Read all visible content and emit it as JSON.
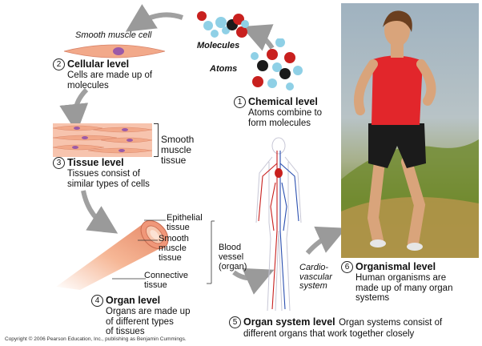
{
  "chemical": {
    "number": "1",
    "title": "Chemical level",
    "desc": [
      "Atoms combine to",
      "form molecules"
    ],
    "atoms_label": "Atoms",
    "molecules_label": "Molecules"
  },
  "cellular": {
    "number": "2",
    "title": "Cellular level",
    "desc": [
      "Cells are made up of",
      "molecules"
    ],
    "caption": "Smooth muscle cell"
  },
  "tissue": {
    "number": "3",
    "title": "Tissue level",
    "desc": [
      "Tissues consist of",
      "similar types of cells"
    ],
    "label": [
      "Smooth",
      "muscle",
      "tissue"
    ]
  },
  "organ": {
    "number": "4",
    "title": "Organ level",
    "desc": [
      "Organs are made up",
      "of different types",
      "of tissues"
    ],
    "epithelial": [
      "Epithelial",
      "tissue"
    ],
    "smooth_muscle": [
      "Smooth",
      "muscle",
      "tissue"
    ],
    "connective": [
      "Connective",
      "tissue"
    ],
    "vessel": [
      "Blood",
      "vessel",
      "(organ)"
    ]
  },
  "organ_system": {
    "number": "5",
    "title": "Organ system level",
    "desc_inline": "Organ systems consist of",
    "desc": "different organs that work together closely",
    "system_label": [
      "Cardio-",
      "vascular",
      "system"
    ]
  },
  "organismal": {
    "number": "6",
    "title": "Organismal level",
    "desc": [
      "Human organisms are",
      "made up of many organ",
      "systems"
    ]
  },
  "copyright": "Copyright © 2006 Pearson Education, Inc., publishing as Benjamin Cummings.",
  "colors": {
    "red_atom": "#c8201e",
    "blue_atom": "#8fd0e6",
    "black_atom": "#1a1a1a",
    "muscle": "#f2a98a",
    "arrow": "#9a9a9a"
  }
}
